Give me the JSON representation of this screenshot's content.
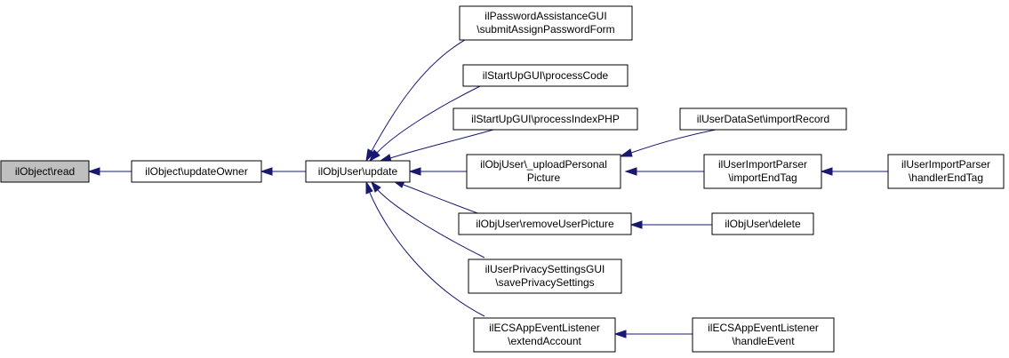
{
  "colors": {
    "edge": "#191970",
    "focus_fill": "#bfbfbf",
    "node_fill": "#ffffff",
    "node_stroke": "#000000"
  },
  "nodes": [
    {
      "id": "n_read",
      "lines": [
        "ilObject\\read"
      ],
      "focus": true
    },
    {
      "id": "n_updateOwner",
      "lines": [
        "ilObject\\updateOwner"
      ]
    },
    {
      "id": "n_update",
      "lines": [
        "ilObjUser\\update"
      ]
    },
    {
      "id": "n_pwassist",
      "lines": [
        "ilPasswordAssistanceGUI",
        "\\submitAssignPasswordForm"
      ]
    },
    {
      "id": "n_processCode",
      "lines": [
        "ilStartUpGUI\\processCode"
      ]
    },
    {
      "id": "n_processIndex",
      "lines": [
        "ilStartUpGUI\\processIndexPHP"
      ]
    },
    {
      "id": "n_uploadPic",
      "lines": [
        "ilObjUser\\_uploadPersonal",
        "Picture"
      ]
    },
    {
      "id": "n_removePic",
      "lines": [
        "ilObjUser\\removeUserPicture"
      ]
    },
    {
      "id": "n_privacy",
      "lines": [
        "ilUserPrivacySettingsGUI",
        "\\savePrivacySettings"
      ]
    },
    {
      "id": "n_ecsExtend",
      "lines": [
        "ilECSAppEventListener",
        "\\extendAccount"
      ]
    },
    {
      "id": "n_importRecord",
      "lines": [
        "ilUserDataSet\\importRecord"
      ]
    },
    {
      "id": "n_importEndTag",
      "lines": [
        "ilUserImportParser",
        "\\importEndTag"
      ]
    },
    {
      "id": "n_handlerEndTag",
      "lines": [
        "ilUserImportParser",
        "\\handlerEndTag"
      ]
    },
    {
      "id": "n_delete",
      "lines": [
        "ilObjUser\\delete"
      ]
    },
    {
      "id": "n_handleEvent",
      "lines": [
        "ilECSAppEventListener",
        "\\handleEvent"
      ]
    }
  ],
  "edges": [
    {
      "from": "n_updateOwner",
      "to": "n_read"
    },
    {
      "from": "n_update",
      "to": "n_updateOwner"
    },
    {
      "from": "n_pwassist",
      "to": "n_update"
    },
    {
      "from": "n_processCode",
      "to": "n_update"
    },
    {
      "from": "n_processIndex",
      "to": "n_update"
    },
    {
      "from": "n_uploadPic",
      "to": "n_update"
    },
    {
      "from": "n_removePic",
      "to": "n_update"
    },
    {
      "from": "n_privacy",
      "to": "n_update"
    },
    {
      "from": "n_ecsExtend",
      "to": "n_update"
    },
    {
      "from": "n_importRecord",
      "to": "n_uploadPic"
    },
    {
      "from": "n_importEndTag",
      "to": "n_uploadPic"
    },
    {
      "from": "n_handlerEndTag",
      "to": "n_importEndTag"
    },
    {
      "from": "n_delete",
      "to": "n_removePic"
    },
    {
      "from": "n_handleEvent",
      "to": "n_ecsExtend"
    }
  ]
}
